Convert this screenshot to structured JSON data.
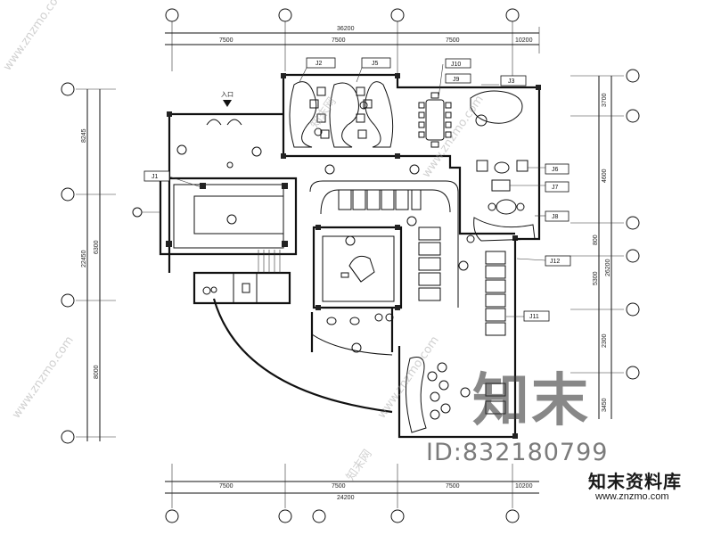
{
  "plan": {
    "dims_top": {
      "total": "36200",
      "segments": [
        "7500",
        "7500",
        "7500",
        "10200"
      ]
    },
    "dims_bottom": {
      "total": "24200",
      "segments": [
        "7500",
        "7500",
        "7500",
        "10200"
      ]
    },
    "dims_left": {
      "total": "22450",
      "upper": "8245",
      "middle": "6300",
      "lower": "8000"
    },
    "dims_right": {
      "segments": [
        "3700",
        "4600",
        "2300",
        "3450"
      ],
      "total": "26200",
      "sub": [
        "800",
        "5300"
      ]
    },
    "tags": {
      "j1": "J1",
      "j2": "J2",
      "j3": "J3",
      "j5": "J5",
      "j6": "J6",
      "j7": "J7",
      "j8": "J8",
      "j9": "J9",
      "j10": "J10",
      "j11": "J11",
      "j12": "J12"
    },
    "entry_label": "入口",
    "icons": [
      "axis-bubble-icon",
      "piano-icon",
      "sofa-icon",
      "table-icon",
      "toilet-icon"
    ]
  },
  "watermark": {
    "big": "知末",
    "id": "ID:832180799",
    "diagonal": "www.znzmo.com",
    "diagonal_cn": "知末网"
  },
  "brand": {
    "logo": "知末资料库",
    "url": "www.znzmo.com"
  }
}
